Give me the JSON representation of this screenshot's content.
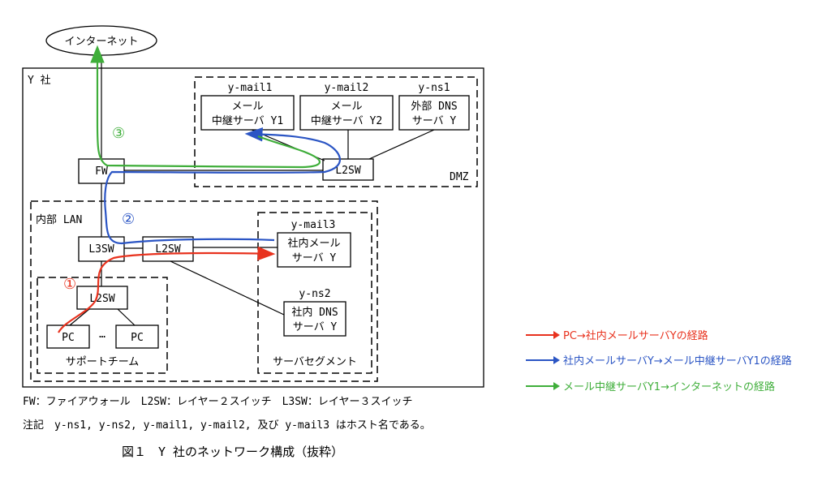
{
  "internet": "インターネット",
  "company": "Y 社",
  "dmz": {
    "label": "DMZ",
    "hosts": [
      "y-mail1",
      "y-mail2",
      "y-ns1"
    ],
    "servers": [
      {
        "line1": "メール",
        "line2": "中継サーバ Y1"
      },
      {
        "line1": "メール",
        "line2": "中継サーバ Y2"
      },
      {
        "line1": "外部 DNS",
        "line2": "サーバ Y"
      }
    ],
    "switch": "L2SW"
  },
  "fw": "FW",
  "lan": {
    "label": "内部 LAN",
    "l3sw": "L3SW",
    "l2sw": "L2SW",
    "support": {
      "switch": "L2SW",
      "pc": "PC",
      "dots": "…",
      "label": "サポートチーム"
    },
    "segment": {
      "label": "サーバセグメント",
      "mail_host": "y-mail3",
      "mail": {
        "line1": "社内メール",
        "line2": "サーバ Y"
      },
      "dns_host": "y-ns2",
      "dns": {
        "line1": "社内 DNS",
        "line2": "サーバ Y"
      }
    }
  },
  "markers": [
    "①",
    "②",
    "③"
  ],
  "colors": {
    "route1": "#e8321e",
    "route2": "#2b55c4",
    "route3": "#3fae3a"
  },
  "legend": [
    "PC→社内メールサーバYの経路",
    "社内メールサーバY→メール中継サーバY1の経路",
    "メール中継サーバY1→インターネットの経路"
  ],
  "caption": {
    "abbrev": "FW：ファイアウォール　L2SW：レイヤー２スイッチ　L3SW：レイヤー３スイッチ",
    "note": "注記　y-ns1, y-ns2, y-mail1, y-mail2, 及び y-mail3 はホスト名である。",
    "title": "図１　Y 社のネットワーク構成（抜粋）"
  }
}
